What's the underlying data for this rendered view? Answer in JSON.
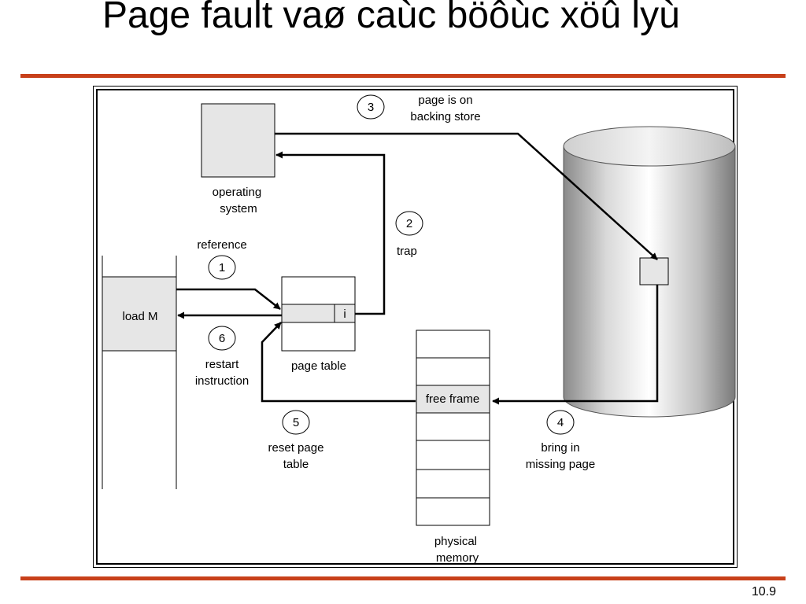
{
  "slide": {
    "title": "Page fault vaø caùc böôùc xöû lyù",
    "page_number": "10.9"
  },
  "diagram": {
    "operating_system": [
      "operating",
      "system"
    ],
    "page_table": "page table",
    "page_table_entry": "i",
    "instruction": "load M",
    "free_frame": "free frame",
    "physical_memory": [
      "physical",
      "memory"
    ],
    "steps": [
      {
        "num": "1",
        "label": [
          "reference"
        ]
      },
      {
        "num": "2",
        "label": [
          "trap"
        ]
      },
      {
        "num": "3",
        "label": [
          "page is on",
          "backing store"
        ]
      },
      {
        "num": "4",
        "label": [
          "bring in",
          "missing page"
        ]
      },
      {
        "num": "5",
        "label": [
          "reset page",
          "table"
        ]
      },
      {
        "num": "6",
        "label": [
          "restart",
          "instruction"
        ]
      }
    ]
  }
}
